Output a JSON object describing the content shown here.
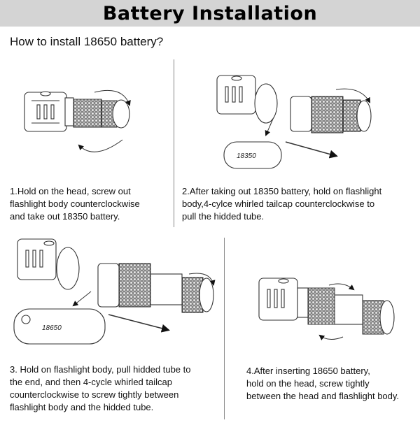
{
  "header": {
    "title": "Battery Installation"
  },
  "subtitle": "How to install 18650 battery?",
  "steps": [
    {
      "lines": [
        "1.Hold on the head, screw out",
        "flashlight body counterclockwise",
        "and take out 18350 battery."
      ]
    },
    {
      "lines": [
        "2.After taking out 18350 battery, hold on flashlight",
        "body,4-cylce whirled tailcap counterclockwise to",
        "pull the hidded tube."
      ]
    },
    {
      "lines": [
        "3. Hold on flashlight body, pull hidded tube to",
        "the end, and then 4-cycle whirled tailcap",
        "counterclockwise to screw tightly between",
        "flashlight body and the hidded tube."
      ]
    },
    {
      "lines": [
        "4.After inserting 18650 battery,",
        "hold on the head, screw tightly",
        "between the head and flashlight body."
      ]
    }
  ],
  "battery_labels": {
    "small": "18350",
    "large": "18650"
  }
}
